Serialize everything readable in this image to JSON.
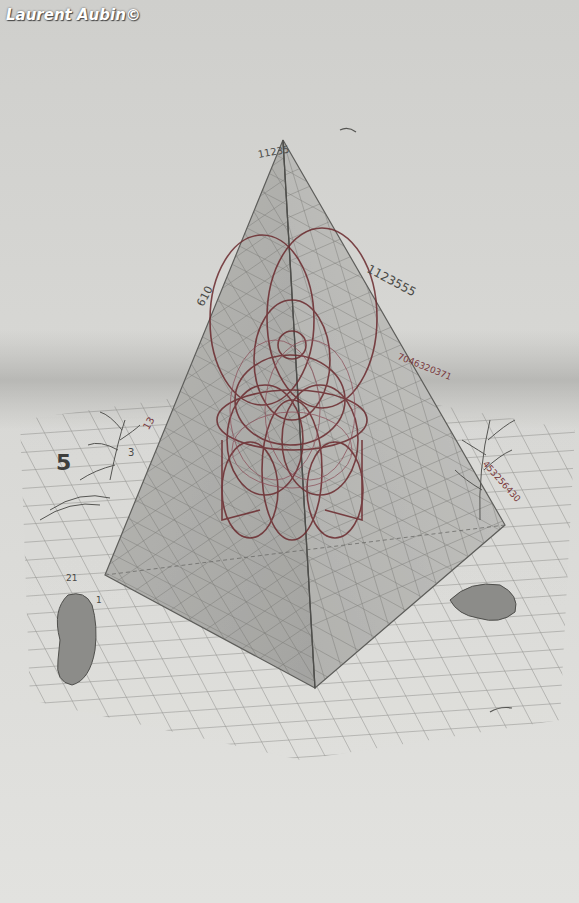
{
  "diagram": {
    "labels": [
      "Laurent Aubin©",
      "11235",
      "610",
      "1123555",
      "7046320371",
      "453256430",
      "5",
      "13",
      "3",
      "21",
      "1"
    ]
  }
}
